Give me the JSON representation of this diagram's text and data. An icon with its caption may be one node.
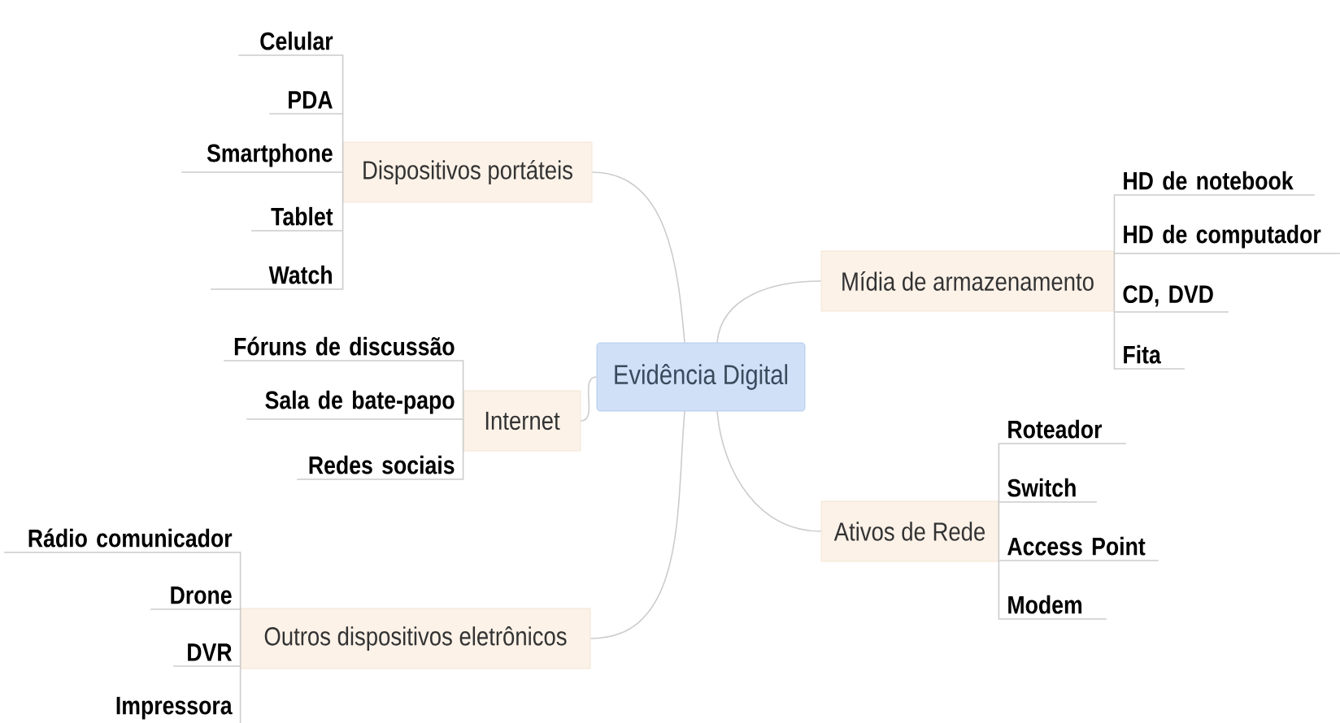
{
  "diagram": {
    "nodes": [
      {
        "text": [
          "Evidência Digital"
        ]
      },
      {
        "text": [
          "Dispositivos portáteis"
        ]
      },
      {
        "text": [
          "Celular"
        ]
      },
      {
        "text": [
          "PDA"
        ]
      },
      {
        "text": [
          "Smartphone"
        ]
      },
      {
        "text": [
          "Tablet"
        ]
      },
      {
        "text": [
          "Watch"
        ]
      },
      {
        "text": [
          "Internet"
        ]
      },
      {
        "text": [
          "Fóruns de discussão"
        ]
      },
      {
        "text": [
          "Sala de bate-papo"
        ]
      },
      {
        "text": [
          "Redes sociais"
        ]
      },
      {
        "text": [
          "Outros dispositivos eletrônicos"
        ]
      },
      {
        "text": [
          "Rádio comunicador"
        ]
      },
      {
        "text": [
          "Drone"
        ]
      },
      {
        "text": [
          "DVR"
        ]
      },
      {
        "text": [
          "Impressora"
        ]
      },
      {
        "text": [
          "Mídia de armazenamento"
        ]
      },
      {
        "text": [
          "HD de notebook"
        ]
      },
      {
        "text": [
          "HD de computador"
        ]
      },
      {
        "text": [
          "CD, DVD"
        ]
      },
      {
        "text": [
          "Fita"
        ]
      },
      {
        "text": [
          "Ativos de Rede"
        ]
      },
      {
        "text": [
          "Roteador"
        ]
      },
      {
        "text": [
          "Switch"
        ]
      },
      {
        "text": [
          "Access Point"
        ]
      },
      {
        "text": [
          "Modem"
        ]
      }
    ],
    "edges": [
      {
        "from": 0,
        "to": 1,
        "arrow": "none"
      },
      {
        "from": 1,
        "to": 2,
        "arrow": "none"
      },
      {
        "from": 1,
        "to": 3,
        "arrow": "none"
      },
      {
        "from": 1,
        "to": 4,
        "arrow": "none"
      },
      {
        "from": 1,
        "to": 5,
        "arrow": "none"
      },
      {
        "from": 1,
        "to": 6,
        "arrow": "none"
      },
      {
        "from": 0,
        "to": 7,
        "arrow": "none"
      },
      {
        "from": 7,
        "to": 8,
        "arrow": "none"
      },
      {
        "from": 7,
        "to": 9,
        "arrow": "none"
      },
      {
        "from": 7,
        "to": 10,
        "arrow": "none"
      },
      {
        "from": 0,
        "to": 11,
        "arrow": "none"
      },
      {
        "from": 11,
        "to": 12,
        "arrow": "none"
      },
      {
        "from": 11,
        "to": 13,
        "arrow": "none"
      },
      {
        "from": 11,
        "to": 14,
        "arrow": "none"
      },
      {
        "from": 11,
        "to": 15,
        "arrow": "none"
      },
      {
        "from": 0,
        "to": 16,
        "arrow": "none"
      },
      {
        "from": 16,
        "to": 17,
        "arrow": "none"
      },
      {
        "from": 16,
        "to": 18,
        "arrow": "none"
      },
      {
        "from": 16,
        "to": 19,
        "arrow": "none"
      },
      {
        "from": 16,
        "to": 20,
        "arrow": "none"
      },
      {
        "from": 0,
        "to": 21,
        "arrow": "none"
      },
      {
        "from": 21,
        "to": 22,
        "arrow": "none"
      },
      {
        "from": 21,
        "to": 23,
        "arrow": "none"
      },
      {
        "from": 21,
        "to": 24,
        "arrow": "none"
      },
      {
        "from": 21,
        "to": 25,
        "arrow": "none"
      }
    ]
  }
}
